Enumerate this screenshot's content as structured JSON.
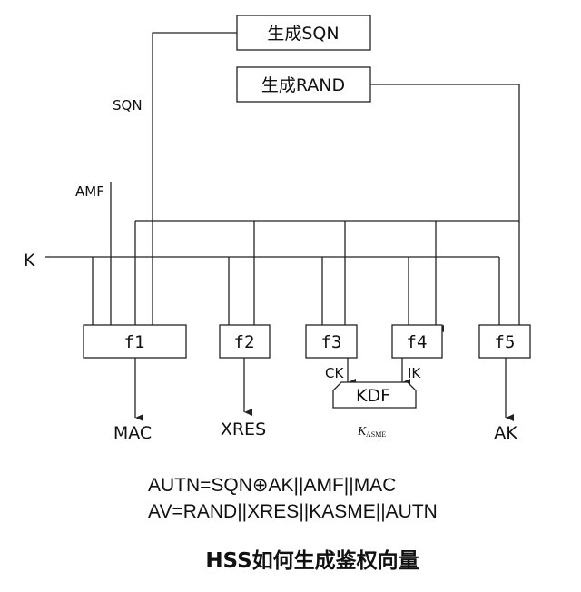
{
  "diagram": {
    "gen_sqn": "生成SQN",
    "gen_rand": "生成RAND",
    "sqn_label": "SQN",
    "amf_label": "AMF",
    "k_label": "K",
    "functions": [
      "f1",
      "f2",
      "f3",
      "f4",
      "f5"
    ],
    "outputs": {
      "mac": "MAC",
      "xres": "XRES",
      "ak": "AK"
    },
    "ck": "CK",
    "ik": "IK",
    "kdf": "KDF",
    "kasme": {
      "main": "K",
      "sub": "ASME"
    }
  },
  "formulas": {
    "autn": "AUTN=SQN⊕AK||AMF||MAC",
    "av": "AV=RAND||XRES||KASME||AUTN"
  },
  "caption": "HSS如何生成鉴权向量"
}
